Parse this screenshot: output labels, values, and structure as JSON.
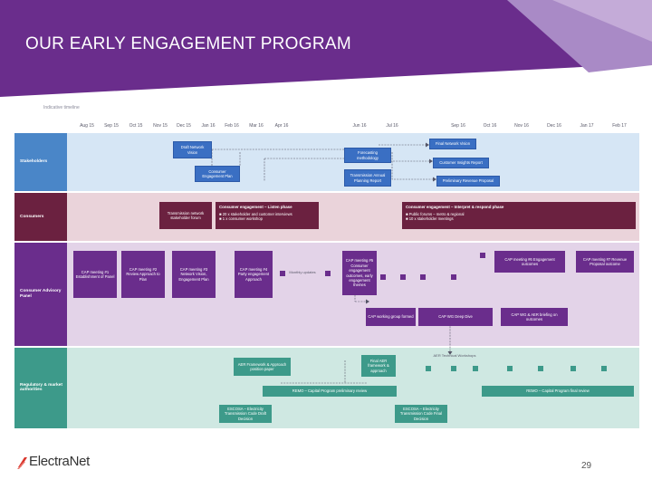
{
  "slide": {
    "title": "OUR EARLY ENGAGEMENT PROGRAM",
    "caption": "Indicative timeline",
    "page_number": "29",
    "brand": "ElectraNet"
  },
  "colors": {
    "banner_purple": "#6a2d8c",
    "banner_light": "#b090cc",
    "band_blue_bg": "#d6e6f5",
    "band_maroon_bg": "#e8cfd6",
    "band_purple_bg": "#e3d3e8",
    "band_green_bg": "#cfe8e2",
    "label_blue": "#4a86c8",
    "label_maroon": "#6b2140",
    "label_purple": "#6a2d8c",
    "label_green": "#3d9a8a",
    "logo_red": "#d9352b"
  },
  "timeline": {
    "months": [
      "Aug 15",
      "Sep 15",
      "Oct 15",
      "Nov 15",
      "Dec 15",
      "Jan 16",
      "Feb 16",
      "Mar 16",
      "Apr 16",
      "Jun 16",
      "Jul 16",
      "Sep 16",
      "Oct 16",
      "Nov 16",
      "Dec 16",
      "Jan 17",
      "Feb 17"
    ]
  },
  "bands": {
    "stakeholders": {
      "label": "Stakeholders",
      "items": {
        "draft_network_vision": "Draft Network Vision",
        "consumer_engagement_plan": "Consumer Engagement Plan",
        "forecasting_methodology": "Forecasting methodology",
        "transmission_annual_planning_report": "Transmission Annual Planning Report",
        "final_network_vision": "Final Network Vision",
        "customer_insights_report": "Customer Insights Report",
        "preliminary_revenue_proposal": "Preliminary Revenue Proposal"
      }
    },
    "consumers": {
      "label": "Consumers",
      "items": {
        "transmission_network_forum": "Transmission network stakeholder forum",
        "listen_phase_title": "Consumer engagement – Listen phase",
        "listen_phase_bullet1": "20 x stakeholder and customer interviews",
        "listen_phase_bullet2": "1 x consumer workshop",
        "interpret_phase_title": "Consumer engagement – Interpret & respond phase",
        "interpret_phase_bullet1": "Public forums – metro & regional",
        "interpret_phase_bullet2": "10 x stakeholder meetings"
      }
    },
    "cap": {
      "label": "Consumer Advisory Panel",
      "items": {
        "cap1": "CAP meeting #1 Establishment of Panel",
        "cap2": "CAP meeting #2 Review Approach to Plan",
        "cap3": "CAP meeting #3 Network Vision, Engagement Plan",
        "cap4": "CAP meeting #4 Party engagement Approach",
        "monthly_updates": "Monthly updates",
        "cap5": "CAP meeting #5 Consumer engagement outcomes, early engagement themes",
        "cap6": "CAP meeting #6 Engagement outcomes",
        "cap7": "CAP meeting #7 Revenue Proposal outcome",
        "cap_working_group": "CAP working group formed",
        "cap_wg_deep_dive": "CAP WG Deep Dive",
        "cap_wg_aer": "CAP WG & AER briefing on outcomes"
      }
    },
    "regulatory": {
      "label": "Regulatory & market authorities",
      "items": {
        "aer_technical_workshops": "AER Technical Workshops",
        "aer_framework": "AER Framework & Approach position paper",
        "final_aer_framework": "Final AER framework & approach",
        "remo_preliminary": "REMO – Capital Program preliminary review",
        "remo_final": "REMO – Capital Program final review",
        "essoc_draft": "ESCOSA – Electricity Transmission Code Draft Decision",
        "essoc_final": "ESCOSA – Electricity Transmission Code Final Decision"
      }
    }
  }
}
